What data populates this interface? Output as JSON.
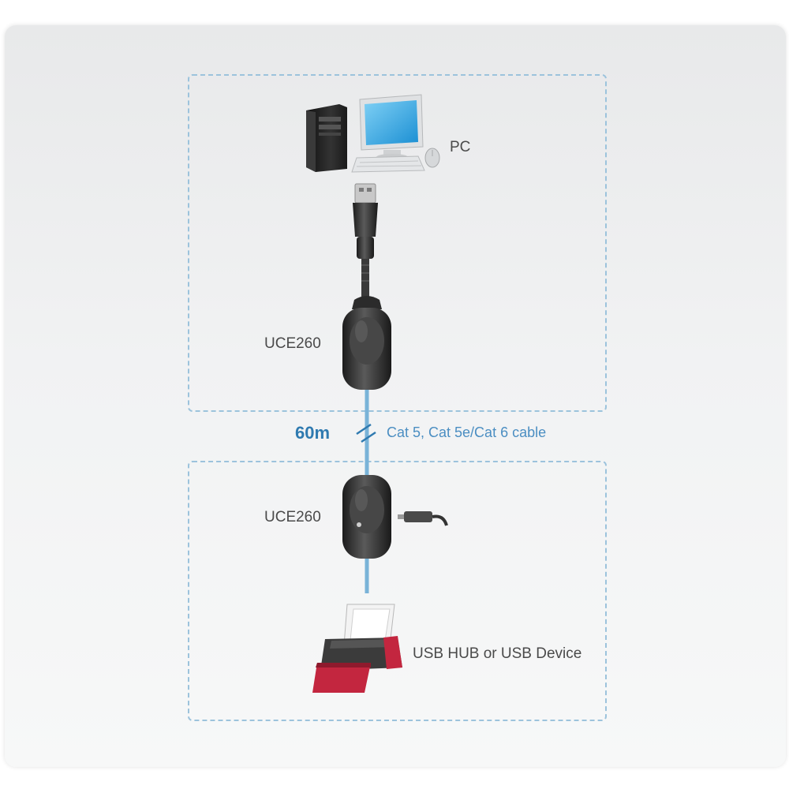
{
  "labels": {
    "pc": "PC",
    "top_extender": "UCE260",
    "bottom_extender": "UCE260",
    "distance": "60m",
    "cable_type": "Cat 5, Cat 5e/Cat 6 cable",
    "device": "USB HUB or USB Device"
  },
  "icons": [
    "pc-tower-icon",
    "monitor-icon",
    "keyboard-icon",
    "mouse-icon",
    "usb-plug-icon",
    "extender-module-icon",
    "power-adapter-icon",
    "printer-icon"
  ],
  "colors": {
    "dashed_border": "#9cc3dc",
    "cable": "#79b3d8",
    "accent_text": "#2f7ab0",
    "device_body": "#2e2e2e",
    "printer_paper": "#c3263f"
  }
}
